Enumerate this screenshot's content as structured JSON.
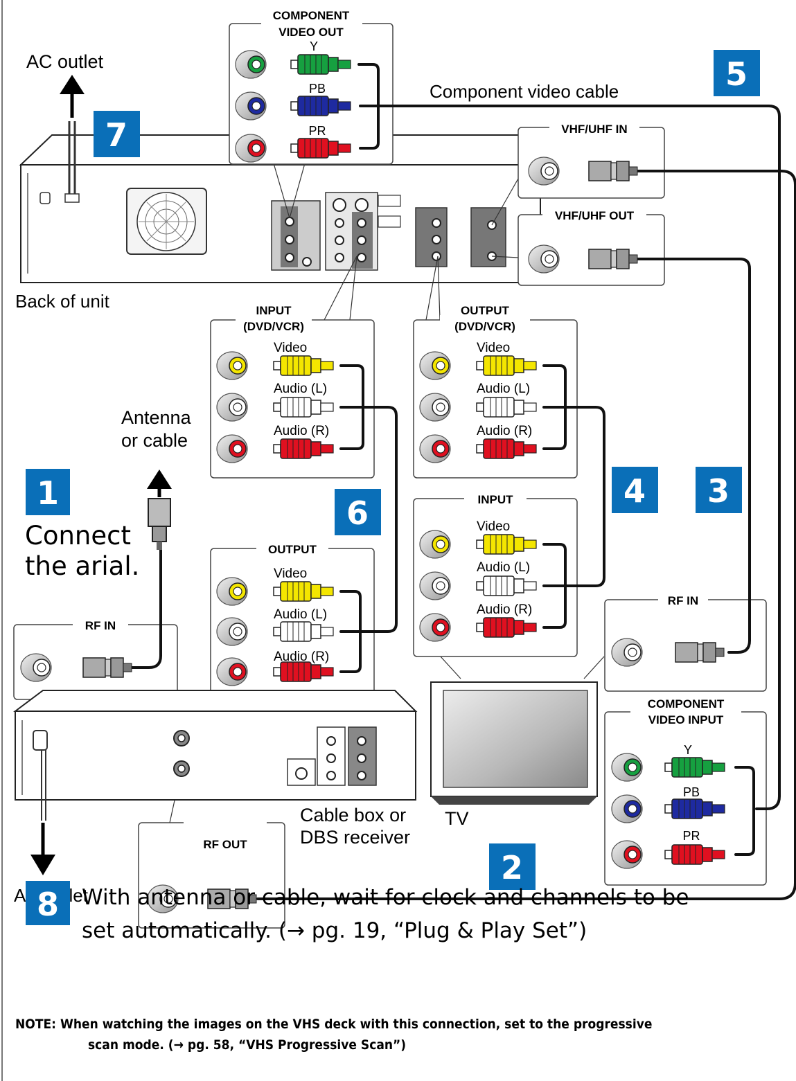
{
  "steps": {
    "s1": "1",
    "s2": "2",
    "s3": "3",
    "s4": "4",
    "s5": "5",
    "s6": "6",
    "s7": "7",
    "s8": "8"
  },
  "labels": {
    "ac_outlet_top": "AC outlet",
    "ac_outlet_bottom": "AC outlet",
    "back_of_unit": "Back of unit",
    "component_cable": "Component video cable",
    "antenna_line1": "Antenna",
    "antenna_line2": "or cable",
    "connect_line1": "Connect",
    "connect_line2": "the arial.",
    "cable_box_line1": "Cable box or",
    "cable_box_line2": "DBS receiver",
    "tv": "TV"
  },
  "panels": {
    "component_out": {
      "title1": "COMPONENT",
      "title2": "VIDEO OUT",
      "y": "Y",
      "pb": "PB",
      "pr": "PR"
    },
    "vhf_in": {
      "title": "VHF/UHF IN"
    },
    "vhf_out": {
      "title": "VHF/UHF OUT"
    },
    "input_dvdvcr": {
      "title1": "INPUT",
      "title2": "(DVD/VCR)",
      "video": "Video",
      "audio_l": "Audio (L)",
      "audio_r": "Audio (R)"
    },
    "output_dvdvcr": {
      "title1": "OUTPUT",
      "title2": "(DVD/VCR)",
      "video": "Video",
      "audio_l": "Audio (L)",
      "audio_r": "Audio (R)"
    },
    "tv_input": {
      "title": "INPUT",
      "video": "Video",
      "audio_l": "Audio (L)",
      "audio_r": "Audio (R)"
    },
    "box_output": {
      "title": "OUTPUT",
      "video": "Video",
      "audio_l": "Audio (L)",
      "audio_r": "Audio (R)"
    },
    "rf_in_box": {
      "title": "RF IN"
    },
    "rf_in_tv": {
      "title": "RF IN"
    },
    "rf_out_box": {
      "title": "RF OUT"
    },
    "component_in": {
      "title1": "COMPONENT",
      "title2": "VIDEO INPUT",
      "y": "Y",
      "pb": "PB",
      "pr": "PR"
    }
  },
  "step8_text": {
    "line1": "With antenna or cable, wait for clock and channels to be",
    "line2": "set automatically. (→ pg. 19, “Plug & Play Set”)"
  },
  "note": {
    "line1": "NOTE: When watching the images on the VHS deck with this connection, set to the progressive",
    "line2": "scan mode. (→ pg. 58, “VHS Progressive Scan”)"
  },
  "colors": {
    "step_badge": "#0a6fb8",
    "cable": "#1a1a1a",
    "video_yellow": "#f4e600",
    "audio_red": "#e01020",
    "audio_white": "#ffffff",
    "comp_green": "#16a040",
    "comp_blue": "#1e2aa0"
  }
}
